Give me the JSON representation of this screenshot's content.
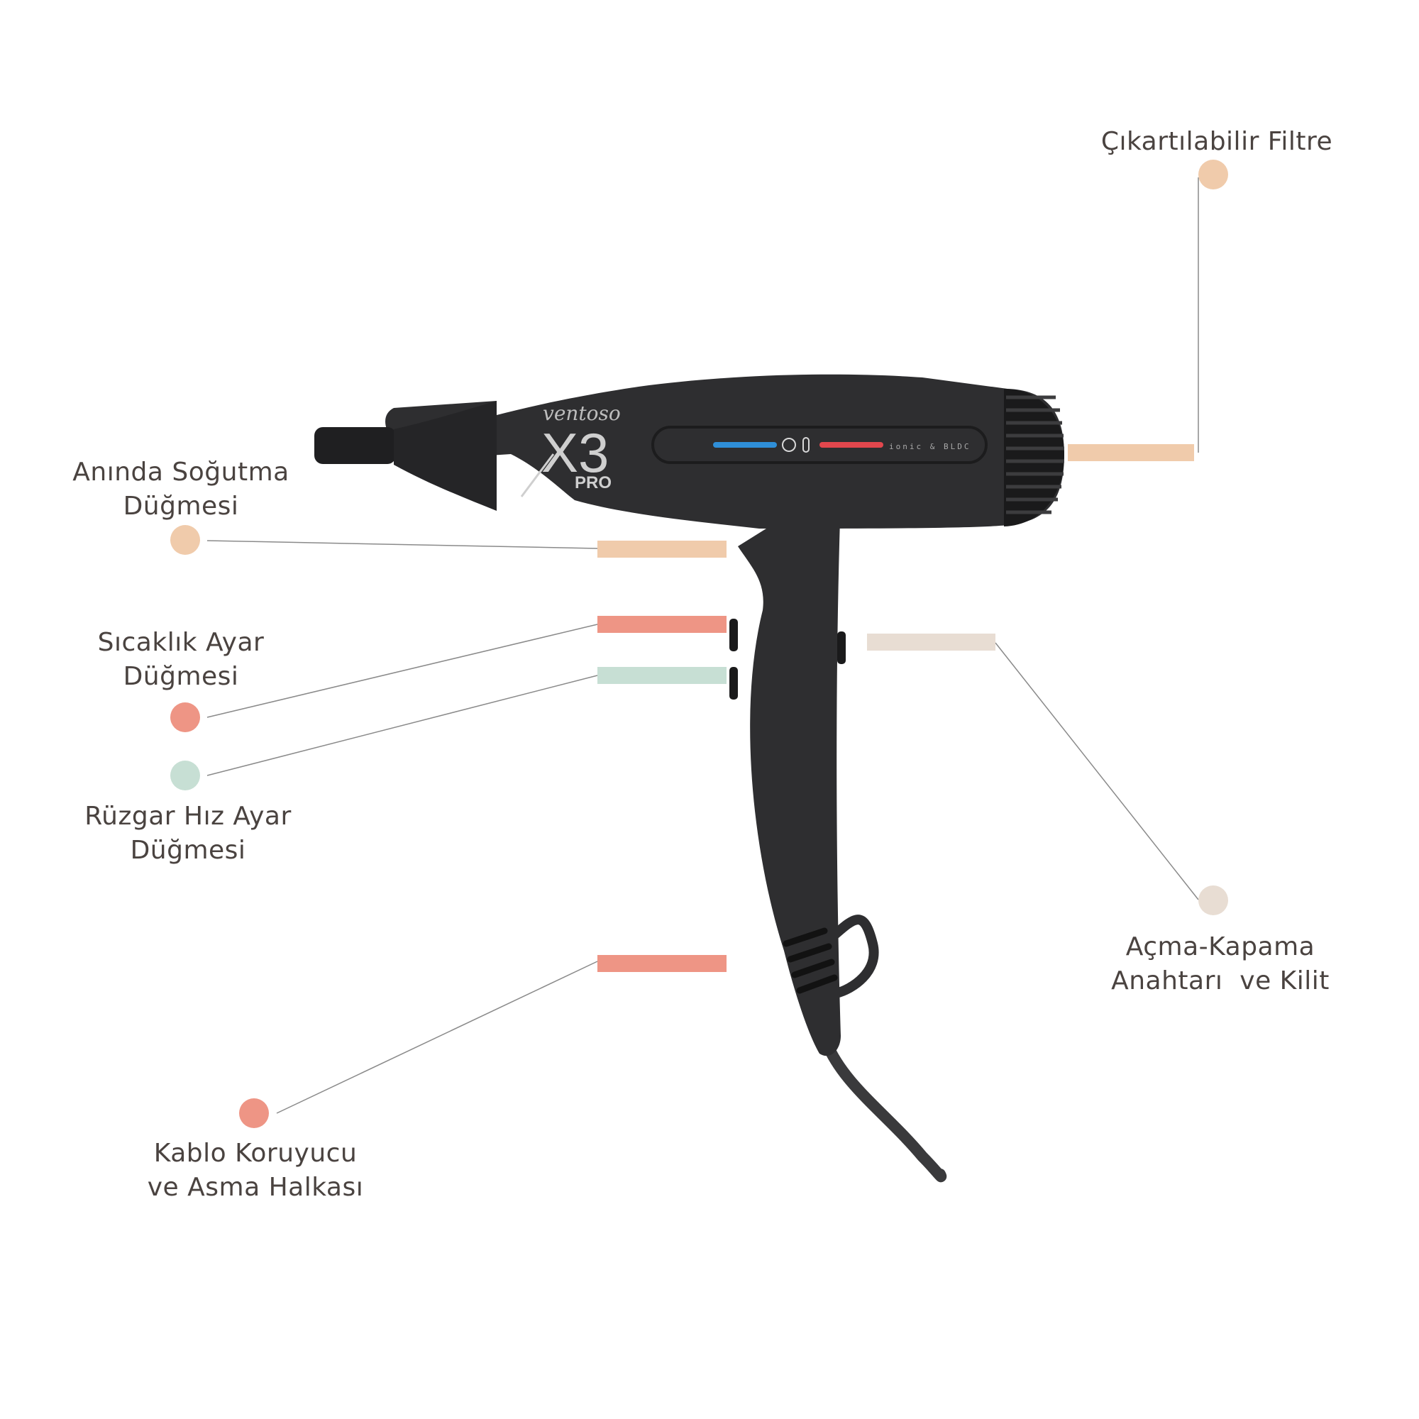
{
  "colors": {
    "peach": "#F0CBAB",
    "coral": "#EE9585",
    "mint": "#C7DFD4",
    "beige": "#E8DDD3",
    "dryer_body": "#2E2E30",
    "heat_red": "#E2474D",
    "cool_blue": "#2F8FD8",
    "label_text": "#4A4340",
    "leader_line": "#8A8A8A"
  },
  "product": {
    "brand": "ventoso",
    "model": "X3",
    "edition": "PRO",
    "badge": "ionic & BLDC"
  },
  "callouts": {
    "filter": {
      "lines": [
        "Çıkartılabilir Filtre"
      ],
      "color_key": "peach"
    },
    "cool": {
      "lines": [
        "Anında Soğutma",
        "Düğmesi"
      ],
      "color_key": "peach"
    },
    "temp": {
      "lines": [
        "Sıcaklık Ayar",
        "Düğmesi"
      ],
      "color_key": "coral"
    },
    "speed": {
      "lines": [
        "Rüzgar Hız Ayar",
        "Düğmesi"
      ],
      "color_key": "mint"
    },
    "power": {
      "lines": [
        "Açma-Kapama",
        "Anahtarı  ve Kilit"
      ],
      "color_key": "beige"
    },
    "cable": {
      "lines": [
        "Kablo Koruyucu",
        "ve Asma Halkası"
      ],
      "color_key": "coral"
    }
  }
}
